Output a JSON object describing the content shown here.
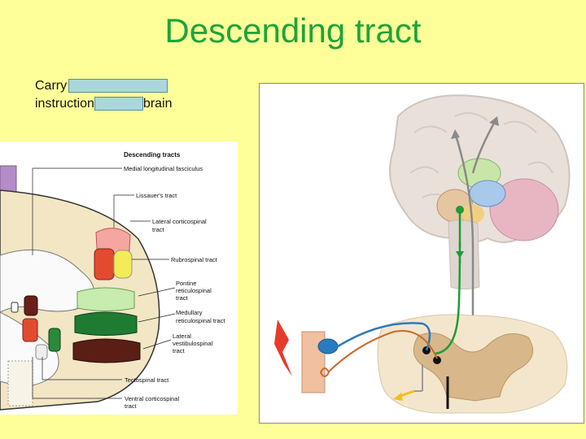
{
  "slide": {
    "title": "Descending tract",
    "text_line1": "Carry",
    "text_line2_a": "instruction",
    "text_line2_b": "brain"
  },
  "spinal_cord_diagram": {
    "heading": "Descending tracts",
    "labels": {
      "medial_longitudinal": "Medial longitudinal fasciculus",
      "lissauer": "Lissauer's tract",
      "lateral_corticospinal_1": "Lateral corticospinal",
      "lateral_corticospinal_2": "tract",
      "rubrospinal": "Rubrospinal tract",
      "pontine_1": "Pontine",
      "pontine_2": "reticulospinal",
      "pontine_3": "tract",
      "medullary_1": "Medullary",
      "medullary_2": "reticulospinal tract",
      "lateral_vestibulo_1": "Lateral",
      "lateral_vestibulo_2": "vestibulospinal",
      "lateral_vestibulo_3": "tract",
      "tectospinal": "Tectospinal tract",
      "ventral_corticospinal_1": "Ventral corticospinal",
      "ventral_corticospinal_2": "tract"
    },
    "colors": {
      "lateral_corticospinal": "#f4a6a0",
      "rubrospinal_red": "#e24b2e",
      "rubrospinal_yellow": "#f3ec5a",
      "pontine": "#c8ebb0",
      "medullary": "#1f7a32",
      "vestibulospinal": "#5a1e14",
      "tectospinal": "#e8e8e8",
      "white_matter": "#f2e6c4"
    }
  },
  "brain_pathway_diagram": {
    "colors": {
      "brain": "#e9e0da",
      "descending_path": "#1f9a3a",
      "spinal_gray": "#d8b78a",
      "ascending_path": "#9a9a9a",
      "muscle": "#e63a2a",
      "sensory": "#2a7ac0",
      "motor_out": "#f0c020"
    }
  }
}
